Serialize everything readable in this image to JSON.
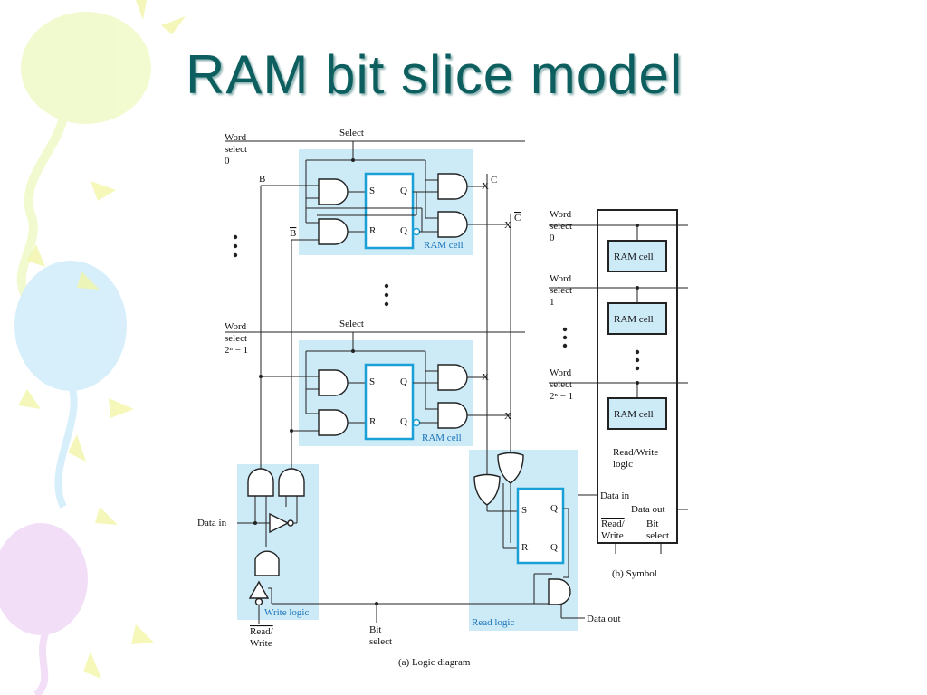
{
  "title": "RAM bit slice model",
  "colors": {
    "title": "#0d5e5e",
    "shade": "#cdeaf7",
    "accent": "#1a9fd6"
  },
  "logic": {
    "word_select_0": [
      "Word",
      "select",
      "0"
    ],
    "word_select_last": [
      "Word",
      "select",
      "2ⁿ − 1"
    ],
    "select_top": "Select",
    "select_mid": "Select",
    "b": "B",
    "b_bar": "B",
    "c": "C",
    "c_bar": "C",
    "x": "X",
    "s": "S",
    "r": "R",
    "q": "Q",
    "ram_cell": "RAM cell",
    "write_logic": "Write logic",
    "read_logic": "Read logic",
    "data_in": "Data in",
    "data_out": "Data out",
    "read": "Read/",
    "write": "Write",
    "bit_select": [
      "Bit",
      "select"
    ],
    "caption": "(a) Logic diagram"
  },
  "symbol": {
    "word_select_0": [
      "Word",
      "select",
      "0"
    ],
    "word_select_1": [
      "Word",
      "select",
      "1"
    ],
    "word_select_last": [
      "Word",
      "select",
      "2ⁿ − 1"
    ],
    "ram_cell": "RAM cell",
    "rw_logic": [
      "Read/Write",
      "logic"
    ],
    "data_in": "Data in",
    "data_out": "Data out",
    "read": "Read/",
    "write": "Write",
    "bit": "Bit",
    "select": "select",
    "caption": "(b) Symbol"
  }
}
